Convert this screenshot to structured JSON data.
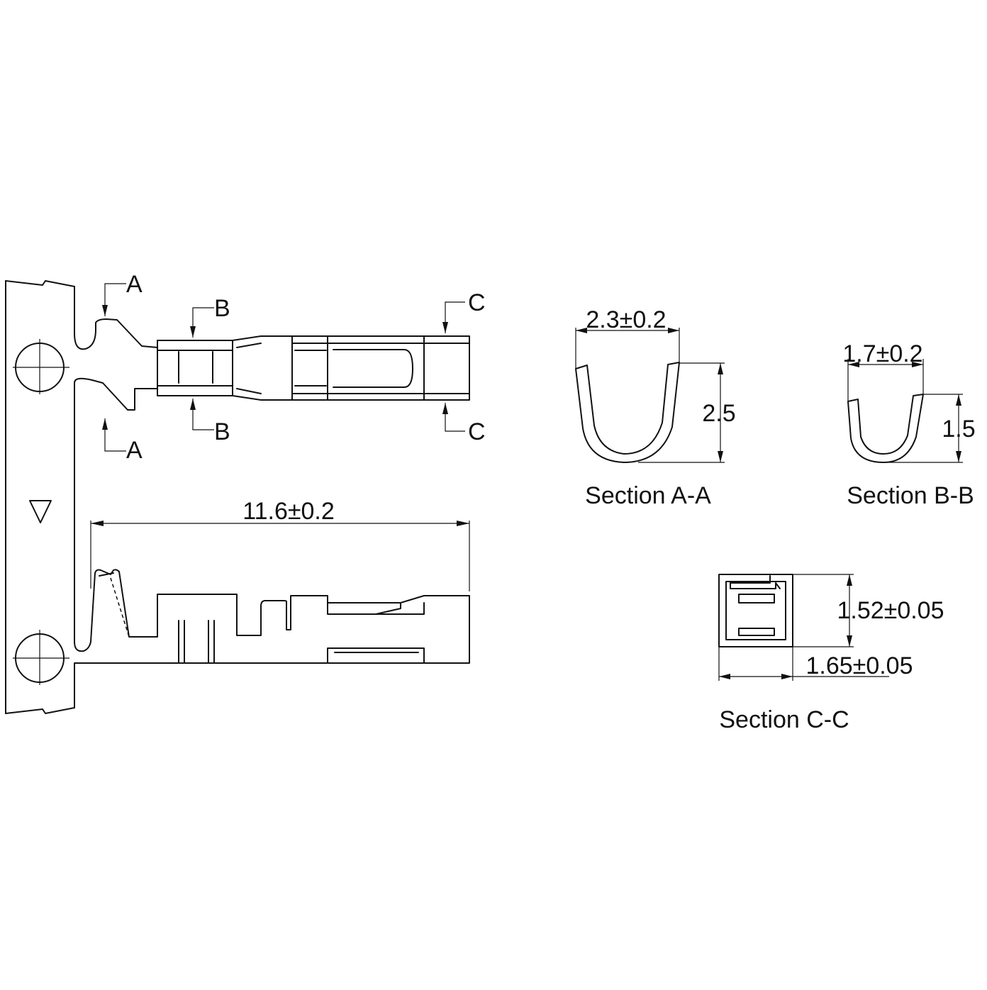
{
  "section_markers": {
    "a_top": "A",
    "a_bottom": "A",
    "b_top": "B",
    "b_bottom": "B",
    "c_top": "C",
    "c_bottom": "C"
  },
  "dimensions": {
    "overall_length": "11.6±0.2",
    "section_a_width": "2.3±0.2",
    "section_a_height": "2.5",
    "section_b_width": "1.7±0.2",
    "section_b_height": "1.5",
    "section_c_height": "1.52±0.05",
    "section_c_width": "1.65±0.05"
  },
  "captions": {
    "section_a": "Section A-A",
    "section_b": "Section B-B",
    "section_c": "Section C-C"
  },
  "symbols": {
    "carrier_direction": "direction-triangle-icon"
  }
}
